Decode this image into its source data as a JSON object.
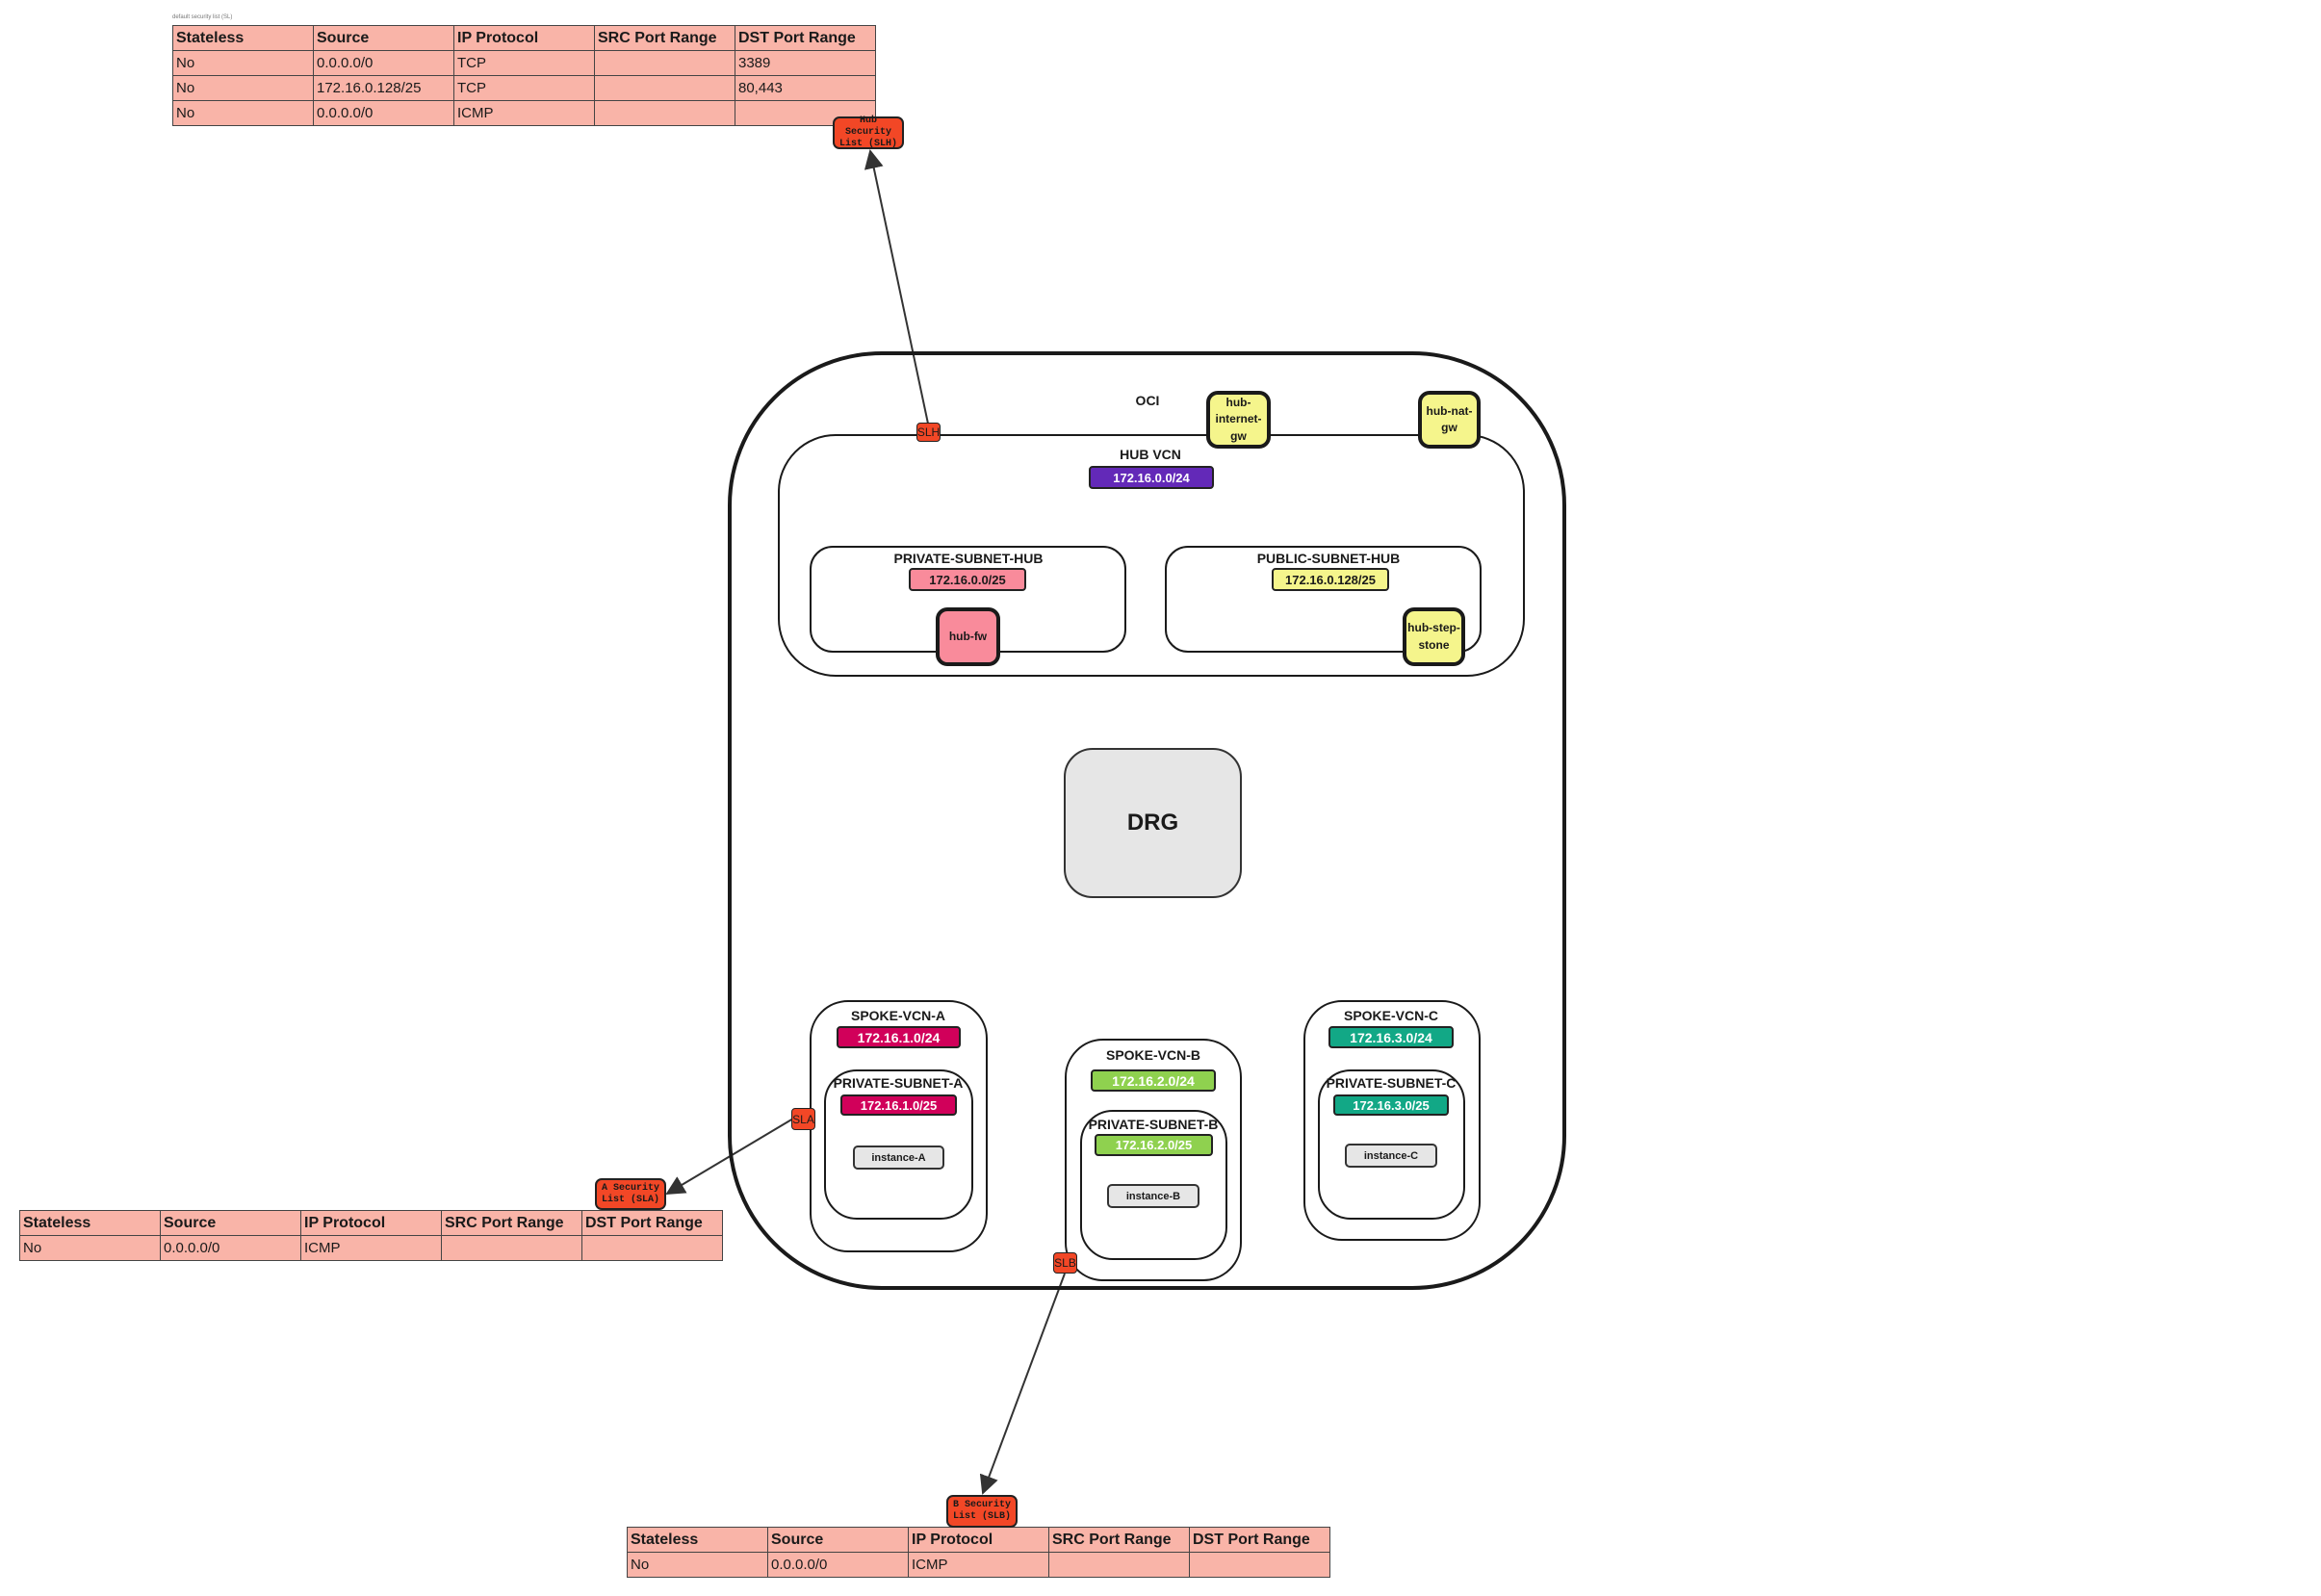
{
  "caption": "default security list (SL)",
  "columns": [
    "Stateless",
    "Source",
    "IP Protocol",
    "SRC Port Range",
    "DST Port Range"
  ],
  "hub_table": {
    "label": "Hub Security List (SLH)",
    "rows": [
      [
        "No",
        "0.0.0.0/0",
        "TCP",
        "",
        "3389"
      ],
      [
        "No",
        "172.16.0.128/25",
        "TCP",
        "",
        "80,443"
      ],
      [
        "No",
        "0.0.0.0/0",
        "ICMP",
        "",
        ""
      ]
    ]
  },
  "a_table": {
    "label": "A Security List (SLA)",
    "rows": [
      [
        "No",
        "0.0.0.0/0",
        "ICMP",
        "",
        ""
      ]
    ]
  },
  "b_table": {
    "label": "B Security List (SLB)",
    "rows": [
      [
        "No",
        "0.0.0.0/0",
        "ICMP",
        "",
        ""
      ]
    ]
  },
  "tags": {
    "slh": "SLH",
    "sla": "SLA",
    "slb": "SLB"
  },
  "oci": {
    "label": "OCI"
  },
  "hub_vcn": {
    "label": "HUB VCN",
    "cidr": "172.16.0.0/24",
    "internet_gw": "hub-internet-gw",
    "nat_gw": "hub-nat-gw",
    "private_subnet": {
      "label": "PRIVATE-SUBNET-HUB",
      "cidr": "172.16.0.0/25",
      "node": "hub-fw"
    },
    "public_subnet": {
      "label": "PUBLIC-SUBNET-HUB",
      "cidr": "172.16.0.128/25",
      "node": "hub-step-stone"
    }
  },
  "drg": {
    "label": "DRG"
  },
  "spokes": [
    {
      "label": "SPOKE-VCN-A",
      "cidr": "172.16.1.0/24",
      "subnet": "PRIVATE-SUBNET-A",
      "subnet_cidr": "172.16.1.0/25",
      "instance": "instance-A"
    },
    {
      "label": "SPOKE-VCN-B",
      "cidr": "172.16.2.0/24",
      "subnet": "PRIVATE-SUBNET-B",
      "subnet_cidr": "172.16.2.0/25",
      "instance": "instance-B"
    },
    {
      "label": "SPOKE-VCN-C",
      "cidr": "172.16.3.0/24",
      "subnet": "PRIVATE-SUBNET-C",
      "subnet_cidr": "172.16.3.0/25",
      "instance": "instance-C"
    }
  ],
  "colors": {
    "table": "#f9b4a8",
    "security_list": "#f24726",
    "hub_vcn": "#6329b8",
    "hub_private": "#f98b9b",
    "hub_public": "#f5f58c",
    "spoke_a": "#d1005a",
    "spoke_b": "#8fd14f",
    "spoke_c": "#12a886",
    "instance": "#e6e6e6",
    "drg": "#e6e6e6"
  }
}
